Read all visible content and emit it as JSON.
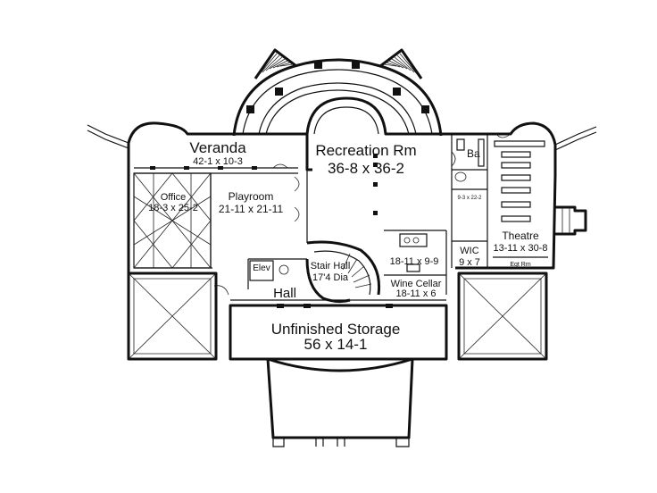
{
  "rooms": {
    "veranda": {
      "name": "Veranda",
      "size": "42-1 x 10-3"
    },
    "recreation": {
      "name": "Recreation Rm",
      "size": "36-8 x 36-2"
    },
    "office": {
      "name": "Office",
      "size": "18-3 x 25-2"
    },
    "playroom": {
      "name": "Playroom",
      "size": "21-11 x 21-11"
    },
    "bath": {
      "name": "Ba"
    },
    "closet_small": {
      "size": "9-3 x 22-2"
    },
    "theatre": {
      "name": "Theatre",
      "size": "13-11 x 30-8"
    },
    "equipment": {
      "name": "Eqt Rm"
    },
    "wic": {
      "name": "WIC",
      "size": "9 x 7"
    },
    "bar": {
      "size": "18-11 x 9-9"
    },
    "wine_cellar": {
      "name": "Wine Cellar",
      "size": "18-11 x 6"
    },
    "stair_hall": {
      "name": "Stair Hall",
      "size": "17'4 Dia"
    },
    "elevator": {
      "name": "Elev"
    },
    "hall": {
      "name": "Hall"
    },
    "storage": {
      "name": "Unfinished Storage",
      "size": "56 x 14-1"
    }
  }
}
